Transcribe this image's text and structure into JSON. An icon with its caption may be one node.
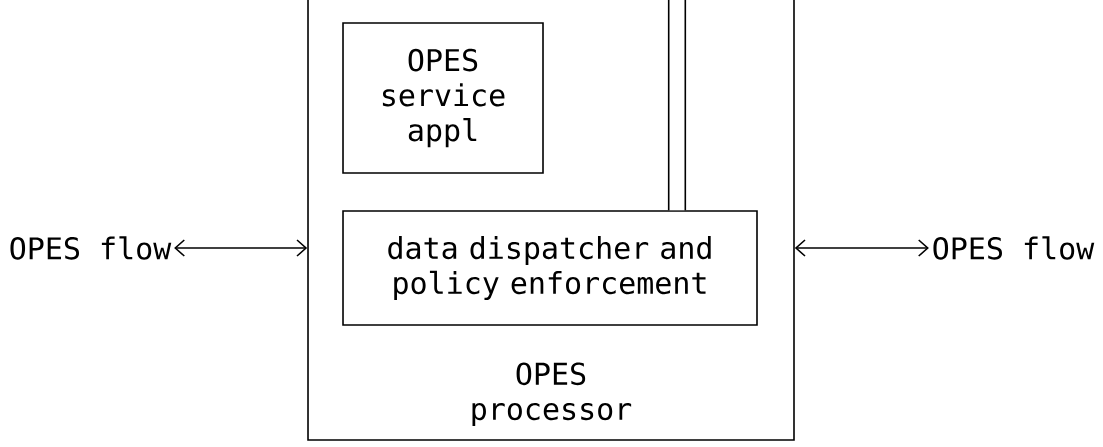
{
  "diagram": {
    "nodes": [
      {
        "text": [
          "OPES processor"
        ]
      },
      {
        "text": [
          "OPES service appl"
        ],
        "in": 0
      },
      {
        "text": [
          "data dispatcher and policy enforcement"
        ],
        "in": 0
      },
      {
        "text": [
          "OPES flow"
        ]
      },
      {
        "text": [
          "OPES flow"
        ]
      }
    ],
    "edges": [
      {
        "from": 3,
        "to": 0,
        "arrow": "both"
      },
      {
        "from": 0,
        "to": 4,
        "arrow": "both"
      },
      {
        "from": null,
        "to": 2,
        "arrow": "none",
        "style": "thick"
      }
    ]
  }
}
